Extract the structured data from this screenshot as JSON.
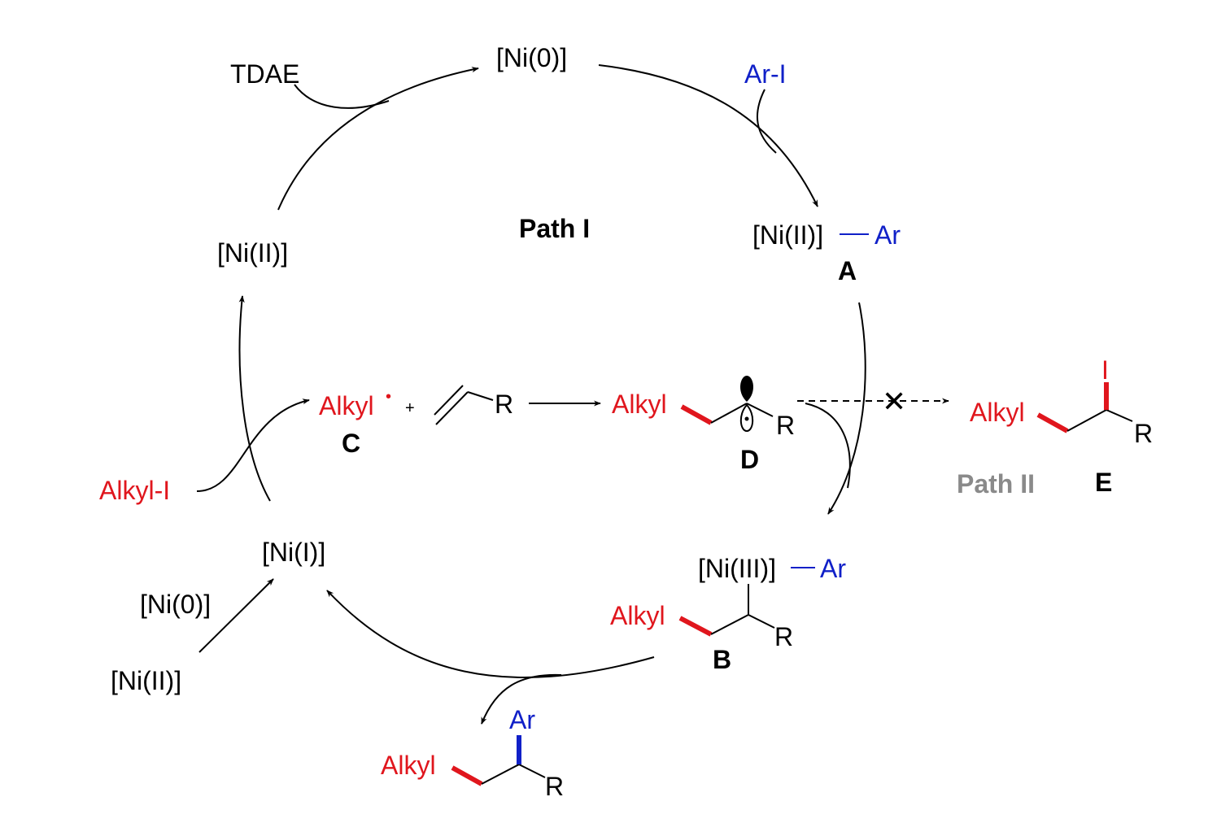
{
  "cycle": {
    "tdae": "TDAE",
    "ni0_top": "[Ni(0)]",
    "ar_i": "Ar-I",
    "niII_left": "[Ni(II)]",
    "path1": "Path I",
    "A": {
      "ni": "[Ni(II)]",
      "ar": "Ar",
      "letter": "A"
    },
    "B": {
      "ni": "[Ni(III)]",
      "ar": "Ar",
      "alkyl": "Alkyl",
      "r": "R",
      "letter": "B"
    },
    "niI": "[Ni(I)]",
    "ni0_side": "[Ni(0)]",
    "niII_bottom": "[Ni(II)]",
    "alkyl_i": "Alkyl-I"
  },
  "radical": {
    "C": {
      "alkyl": "Alkyl",
      "dot": "•",
      "plus": "+",
      "r": "R",
      "letter": "C"
    },
    "D": {
      "alkyl": "Alkyl",
      "r": "R",
      "letter": "D"
    }
  },
  "path2": {
    "label": "Path II",
    "E": {
      "alkyl": "Alkyl",
      "i": "I",
      "r": "R",
      "letter": "E"
    },
    "blocked_mark": "✕"
  },
  "product": {
    "alkyl": "Alkyl",
    "ar": "Ar",
    "r": "R"
  },
  "colors": {
    "red": "#e0161d",
    "blue": "#1020c8",
    "grey": "#8a8a8a"
  }
}
